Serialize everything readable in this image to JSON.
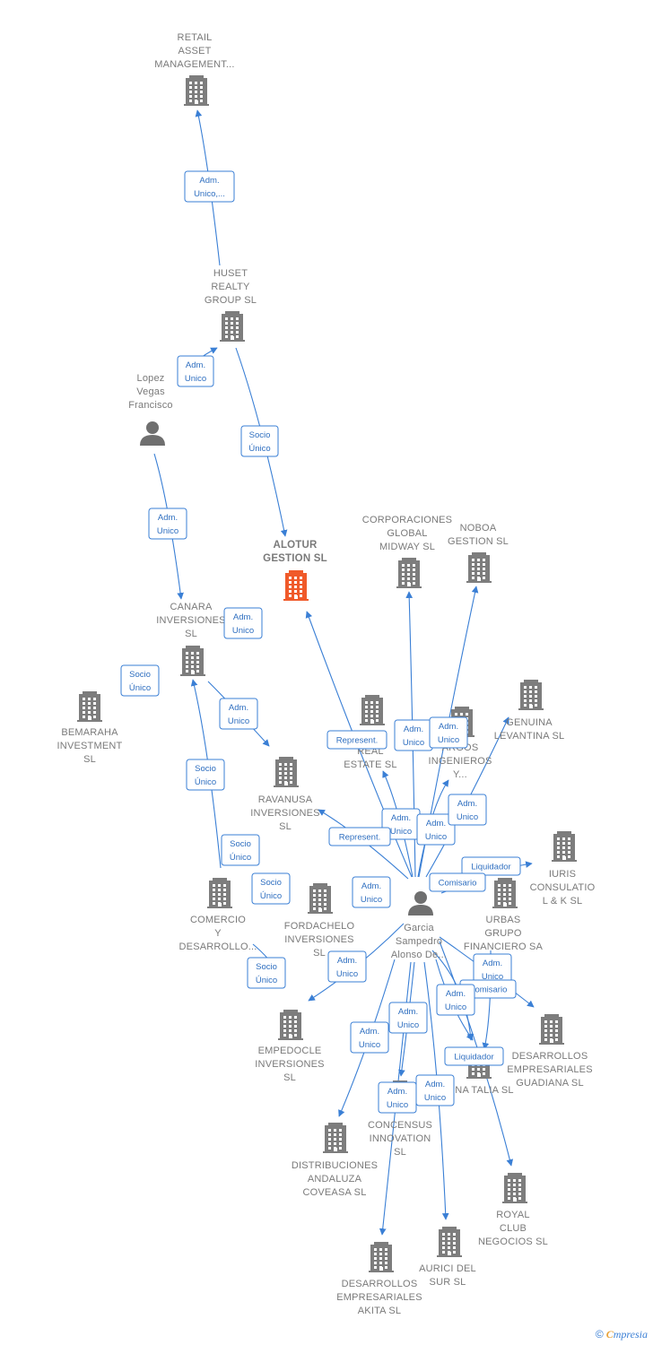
{
  "colors": {
    "edge": "#3a7fd5",
    "badge_text": "#2f6fc0",
    "building": "#7d7d7d",
    "building_main": "#f05a2a",
    "person": "#6f6f6f",
    "label": "#7a7a7a"
  },
  "nodes": [
    {
      "id": "retail",
      "kind": "company",
      "label": [
        "RETAIL",
        "ASSET",
        "MANAGEMENT..."
      ]
    },
    {
      "id": "huset",
      "kind": "company",
      "label": [
        "HUSET",
        "REALTY",
        "GROUP  SL"
      ]
    },
    {
      "id": "lopez",
      "kind": "person",
      "label": [
        "Lopez",
        "Vegas",
        "Francisco"
      ]
    },
    {
      "id": "alotur",
      "kind": "company",
      "main": true,
      "label": [
        "ALOTUR",
        "GESTION  SL"
      ]
    },
    {
      "id": "corporaciones",
      "kind": "company",
      "label": [
        "CORPORACIONES",
        "GLOBAL",
        "MIDWAY SL"
      ]
    },
    {
      "id": "noboa",
      "kind": "company",
      "label": [
        "NOBOA",
        "GESTION  SL"
      ]
    },
    {
      "id": "canara",
      "kind": "company",
      "label": [
        "CANARA",
        "INVERSIONES",
        "SL"
      ]
    },
    {
      "id": "bemaraha",
      "kind": "company",
      "label": [
        "BEMARAHA",
        "INVESTMENT",
        "SL"
      ]
    },
    {
      "id": "genuina",
      "kind": "company",
      "label": [
        "GENUINA",
        "LEVANTINA SL"
      ]
    },
    {
      "id": "real",
      "kind": "company",
      "label": [
        "REAL",
        "ESTATE  SL"
      ]
    },
    {
      "id": "argos",
      "kind": "company",
      "label": [
        "ARGOS",
        "INGENIEROS",
        "Y..."
      ]
    },
    {
      "id": "ravanusa",
      "kind": "company",
      "label": [
        "RAVANUSA",
        "INVERSIONES",
        "SL"
      ]
    },
    {
      "id": "iuris",
      "kind": "company",
      "label": [
        "IURIS",
        "CONSULATIO",
        "L & K SL"
      ]
    },
    {
      "id": "comercio",
      "kind": "company",
      "label": [
        "COMERCIO",
        "Y",
        "DESARROLLO..."
      ]
    },
    {
      "id": "fordachelo",
      "kind": "company",
      "label": [
        "FORDACHELO",
        "INVERSIONES",
        "SL"
      ]
    },
    {
      "id": "garcia",
      "kind": "person",
      "label": [
        "Garcia",
        "Sampedro",
        "Alonso De..."
      ]
    },
    {
      "id": "urbas",
      "kind": "company",
      "label": [
        "URBAS",
        "GRUPO",
        "FINANCIERO SA"
      ]
    },
    {
      "id": "empedocle",
      "kind": "company",
      "label": [
        "EMPEDOCLE",
        "INVERSIONES",
        "SL"
      ]
    },
    {
      "id": "desguadiana",
      "kind": "company",
      "label": [
        "DESARROLLOS",
        "EMPRESARIALES",
        "GUADIANA SL"
      ]
    },
    {
      "id": "talia",
      "kind": "company",
      "label": [
        "NA TALIA SL"
      ]
    },
    {
      "id": "concensus",
      "kind": "company",
      "label": [
        "CONCENSUS",
        "INNOVATION",
        "SL"
      ]
    },
    {
      "id": "distribuciones",
      "kind": "company",
      "label": [
        "DISTRIBUCIONES",
        "ANDALUZA",
        "COVEASA SL"
      ]
    },
    {
      "id": "royal",
      "kind": "company",
      "label": [
        "ROYAL",
        "CLUB",
        "NEGOCIOS  SL"
      ]
    },
    {
      "id": "auric",
      "kind": "company",
      "label": [
        "AURICI DEL",
        "SUR SL"
      ]
    },
    {
      "id": "akita",
      "kind": "company",
      "label": [
        "DESARROLLOS",
        "EMPRESARIALES",
        "AKITA  SL"
      ]
    }
  ],
  "badges": [
    {
      "id": "b1",
      "lines": [
        "Adm.",
        "Unico,..."
      ]
    },
    {
      "id": "b2",
      "lines": [
        "Adm.",
        "Unico"
      ]
    },
    {
      "id": "b3",
      "lines": [
        "Socio",
        "Único"
      ]
    },
    {
      "id": "b4",
      "lines": [
        "Adm.",
        "Unico"
      ]
    },
    {
      "id": "b5",
      "lines": [
        "Adm.",
        "Unico"
      ]
    },
    {
      "id": "b6",
      "lines": [
        "Socio",
        "Único"
      ]
    },
    {
      "id": "b7",
      "lines": [
        "Adm.",
        "Unico"
      ]
    },
    {
      "id": "b8",
      "lines": [
        "Represent."
      ]
    },
    {
      "id": "b9",
      "lines": [
        "Adm.",
        "Unico"
      ]
    },
    {
      "id": "b10",
      "lines": [
        "Adm.",
        "Unico"
      ]
    },
    {
      "id": "b11",
      "lines": [
        "Socio",
        "Único"
      ]
    },
    {
      "id": "b12",
      "lines": [
        "Adm.",
        "Unico"
      ]
    },
    {
      "id": "b13",
      "lines": [
        "Socio",
        "Único"
      ]
    },
    {
      "id": "b14",
      "lines": [
        "Represent."
      ]
    },
    {
      "id": "b15",
      "lines": [
        "Adm.",
        "Unico"
      ]
    },
    {
      "id": "b16",
      "lines": [
        "Adm.",
        "Unico"
      ]
    },
    {
      "id": "b17",
      "lines": [
        "Socio",
        "Único"
      ]
    },
    {
      "id": "b18",
      "lines": [
        "Liquidador"
      ]
    },
    {
      "id": "b19",
      "lines": [
        "Comisario"
      ]
    },
    {
      "id": "b20",
      "lines": [
        "Adm.",
        "Unico"
      ]
    },
    {
      "id": "b21",
      "lines": [
        "Adm.",
        "Unico"
      ]
    },
    {
      "id": "b22",
      "lines": [
        "Socio",
        "Único"
      ]
    },
    {
      "id": "b23",
      "lines": [
        "Adm.",
        "Unico"
      ]
    },
    {
      "id": "b24",
      "lines": [
        "Comisario"
      ]
    },
    {
      "id": "b25",
      "lines": [
        "Adm.",
        "Unico"
      ]
    },
    {
      "id": "b26",
      "lines": [
        "Adm.",
        "Unico"
      ]
    },
    {
      "id": "b27",
      "lines": [
        "Adm.",
        "Unico"
      ]
    },
    {
      "id": "b28",
      "lines": [
        "Liquidador"
      ]
    },
    {
      "id": "b29",
      "lines": [
        "Adm.",
        "Unico"
      ]
    },
    {
      "id": "b30",
      "lines": [
        "Adm.",
        "Unico"
      ]
    }
  ],
  "footer": {
    "copyright": "©",
    "brand_initial": "C",
    "brand_rest": "mpresia"
  }
}
